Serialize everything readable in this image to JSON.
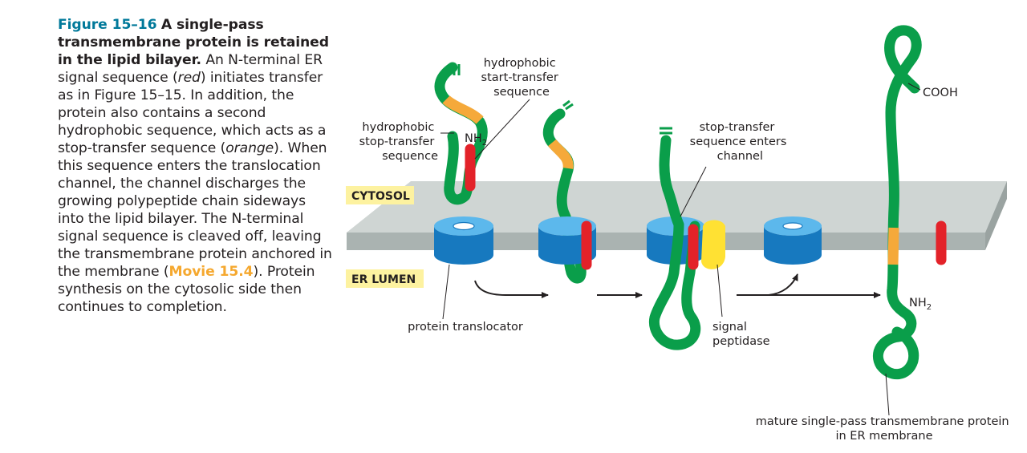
{
  "caption": {
    "figure_number": "Figure 15–16",
    "title": "A single-pass transmembrane protein is retained in the lipid bilayer.",
    "body_part1": "An N-terminal ER signal sequence (",
    "em_red": "red",
    "body_part2": ") initiates transfer as in Figure 15–15. In addition, the protein also contains a second hydrophobic sequence, which acts as a stop-transfer sequence (",
    "em_orange": "orange",
    "body_part3": "). When this sequence enters the translocation channel, the channel discharges the growing polypeptide chain sideways into the lipid bilayer. The N-terminal signal sequence is cleaved off, leaving the transmembrane protein anchored in the membrane (",
    "movie_link": "Movie 15.4",
    "body_part4": "). Protein synthesis on the cytosolic side then continues to completion."
  },
  "diagram": {
    "compartments": {
      "cytosol": "CYTOSOL",
      "er_lumen": "ER LUMEN"
    },
    "labels": {
      "hydrophobic_stop_transfer": [
        "hydrophobic",
        "stop-transfer",
        "sequence"
      ],
      "hydrophobic_start_transfer": [
        "hydrophobic",
        "start-transfer",
        "sequence"
      ],
      "nh2_1": "NH",
      "nh2_sub": "2",
      "stop_transfer_enters": [
        "stop-transfer",
        "sequence enters",
        "channel"
      ],
      "cooh": "COOH",
      "nh2_final": "NH",
      "protein_translocator": "protein translocator",
      "signal_peptidase": [
        "signal",
        "peptidase"
      ],
      "mature_protein": [
        "mature single-pass transmembrane protein",
        "in ER membrane"
      ]
    },
    "colors": {
      "membrane": "#b9c1bf",
      "chain": "#0a9e4a",
      "signal_sequence": "#e32229",
      "stop_transfer": "#f5a93a",
      "translocator": "#1e8fd1",
      "peptidase": "#ffe133",
      "label_box": "#fdf2a0",
      "figure_number": "#00799a"
    }
  }
}
